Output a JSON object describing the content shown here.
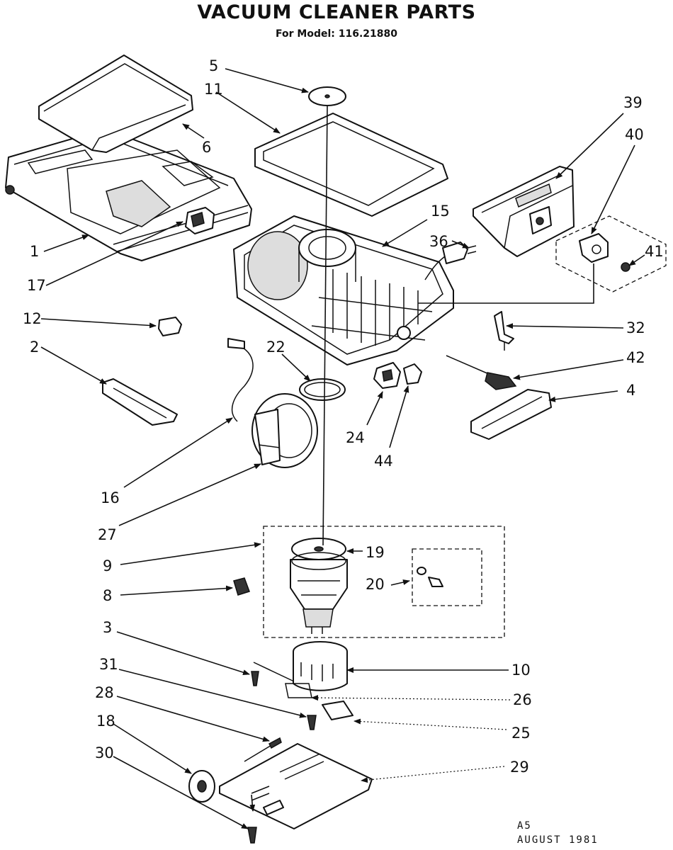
{
  "header": {
    "title": "VACUUM CLEANER PARTS",
    "subtitle": "For Model: 116.21880"
  },
  "footer": {
    "code": "A5",
    "date": "AUGUST 1981"
  },
  "callouts": {
    "p1": "1",
    "p2": "2",
    "p3": "3",
    "p4": "4",
    "p5": "5",
    "p6": "6",
    "p8": "8",
    "p9": "9",
    "p10": "10",
    "p11": "11",
    "p12": "12",
    "p15": "15",
    "p16": "16",
    "p17": "17",
    "p18": "18",
    "p19": "19",
    "p20": "20",
    "p22": "22",
    "p24": "24",
    "p25": "25",
    "p26": "26",
    "p27": "27",
    "p28": "28",
    "p29": "29",
    "p30": "30",
    "p31": "31",
    "p32": "32",
    "p36": "36",
    "p39": "39",
    "p40": "40",
    "p41": "41",
    "p42": "42",
    "p44": "44"
  }
}
